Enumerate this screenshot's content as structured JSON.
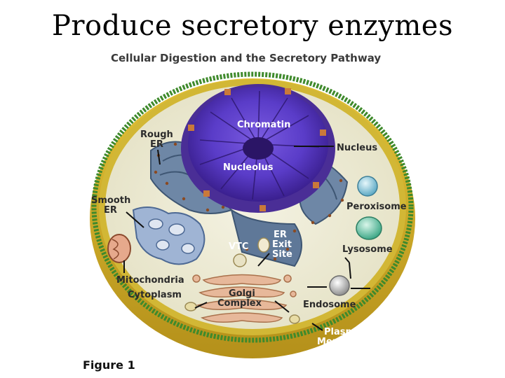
{
  "slide": {
    "title": "Produce secretory enzymes"
  },
  "figure": {
    "title": "Cellular Digestion and the Secretory Pathway",
    "caption": "Figure 1",
    "labels": {
      "chromatin": "Chromatin",
      "nucleus": "Nucleus",
      "nucleolus": "Nucleolus",
      "rough_er_1": "Rough",
      "rough_er_2": "ER",
      "smooth_er_1": "Smooth",
      "smooth_er_2": "ER",
      "peroxisome": "Peroxisome",
      "lysosome": "Lysosome",
      "vtc": "VTC",
      "er_exit_1": "ER",
      "er_exit_2": "Exit",
      "er_exit_3": "Site",
      "mitochondria": "Mitochondria",
      "cytoplasm": "Cytoplasm",
      "golgi_1": "Golgi",
      "golgi_2": "Complex",
      "endosome": "Endosome",
      "plasma_1": "Plasma",
      "plasma_2": "Membrane"
    }
  }
}
